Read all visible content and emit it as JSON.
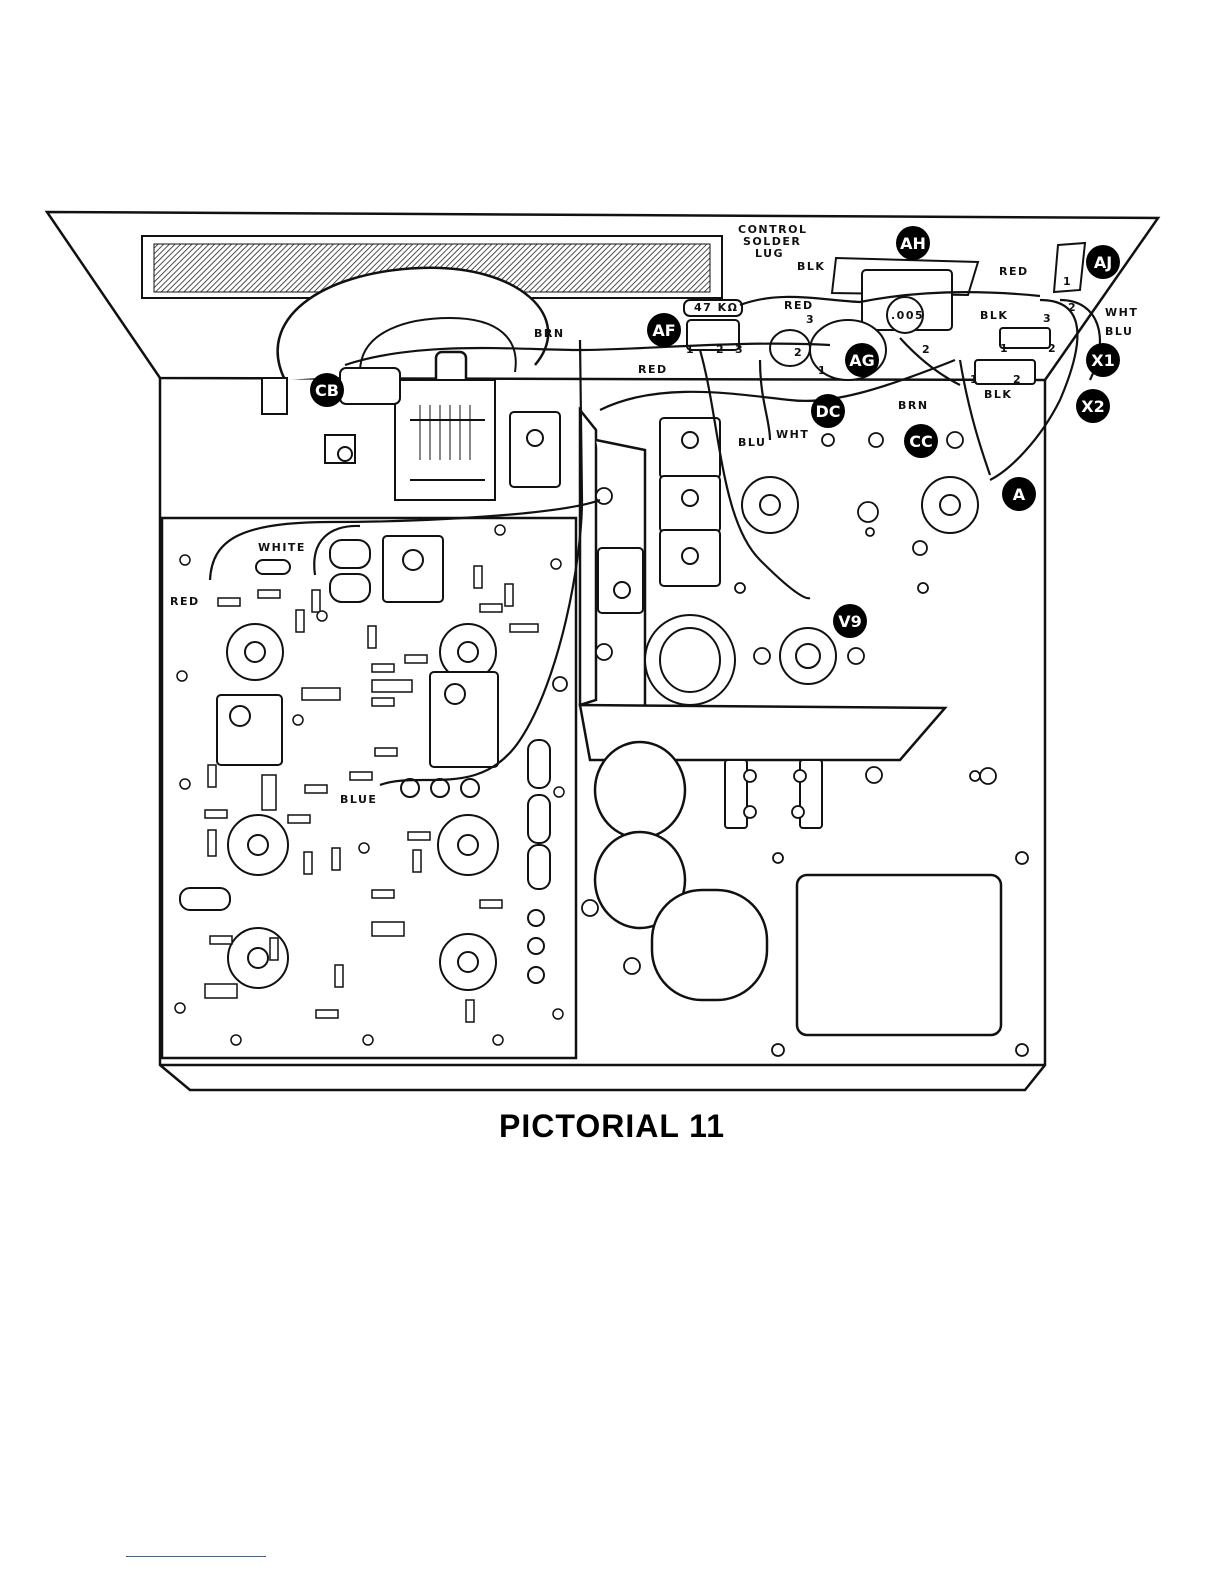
{
  "caption": "PICTORIAL 11",
  "labels": {
    "control": "CONTROL",
    "solder": "SOLDER",
    "lug": "LUG",
    "blk_top": "BLK",
    "red_top": "RED",
    "wht_right": "WHT",
    "blu_right": "BLU",
    "red_mid": "RED",
    "blk_mid": "BLK",
    "brn_top": "BRN",
    "red_left": "RED",
    "brn_bottom": "BRN",
    "blk_bottom": "BLK",
    "blu_bottom": "BLU",
    "wht_bottom": "WHT",
    "resistor_value": "47 KΩ",
    "cap_value": ".005",
    "white": "WHITE",
    "red_board": "RED",
    "blue": "BLUE",
    "pin1a": "1",
    "pin2a": "2",
    "pin3a": "3",
    "pin3b": "3",
    "pin2b": "2",
    "pin1b": "1",
    "pin2c": "2",
    "pin1d": "1",
    "pin2d": "2",
    "pin3d": "3",
    "pin1e": "1",
    "pin2e": "2",
    "pin1f": "1",
    "pin2f": "2"
  },
  "callouts": [
    "AH",
    "AJ",
    "AF",
    "AG",
    "CB",
    "DC",
    "X1",
    "X2",
    "CC",
    "A",
    "V9"
  ]
}
